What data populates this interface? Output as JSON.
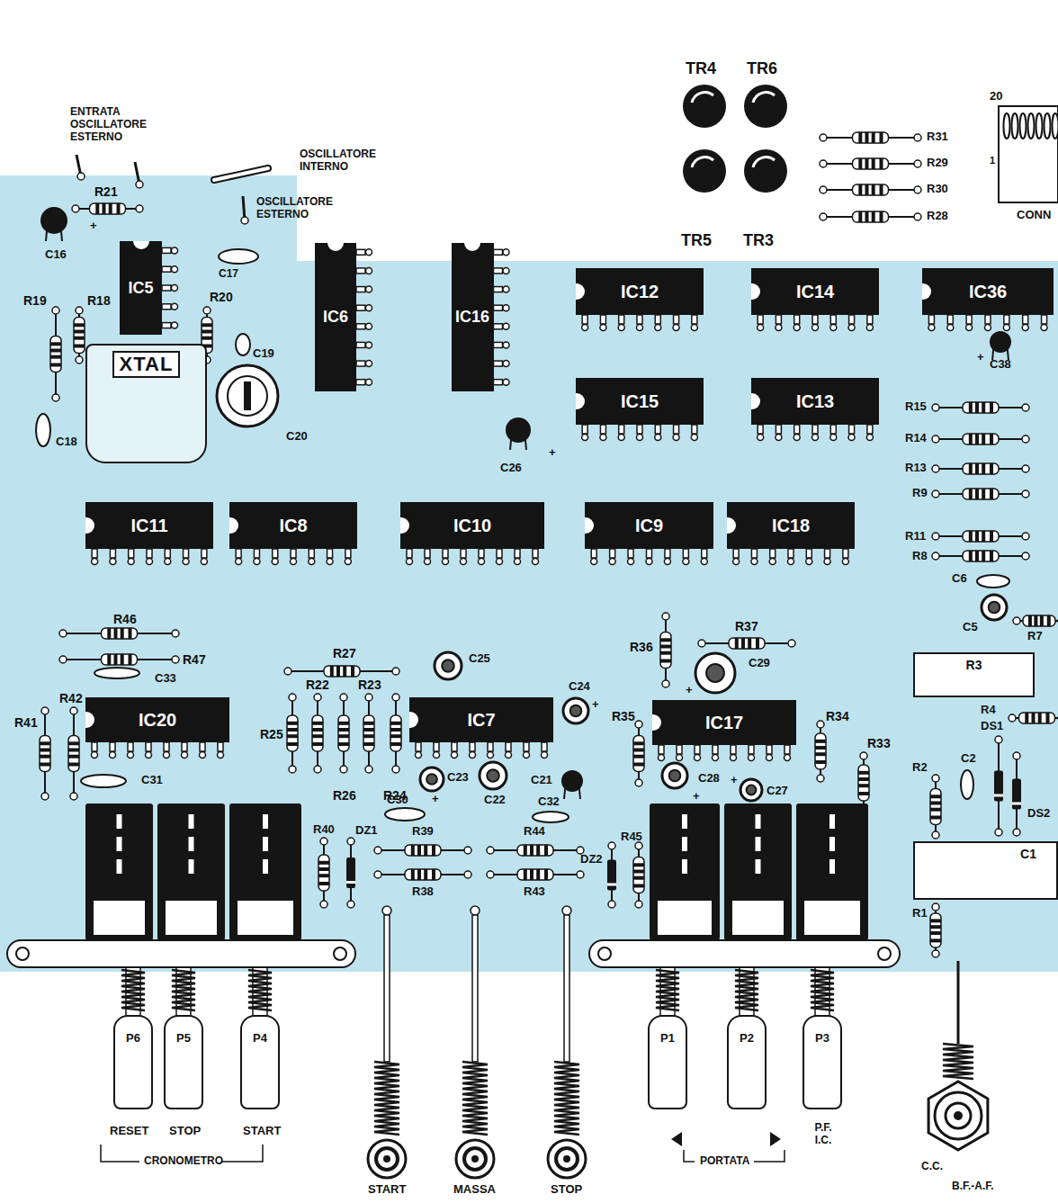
{
  "diagram": {
    "nodes": [
      {
        "text": [
          "IC5"
        ]
      },
      {
        "text": [
          "IC6"
        ]
      },
      {
        "text": [
          "IC16"
        ]
      },
      {
        "text": [
          "IC12"
        ]
      },
      {
        "text": [
          "IC14"
        ]
      },
      {
        "text": [
          "IC36"
        ]
      },
      {
        "text": [
          "XTAL"
        ]
      },
      {
        "text": [
          "IC15"
        ]
      },
      {
        "text": [
          "IC13"
        ]
      },
      {
        "text": [
          "IC11"
        ]
      },
      {
        "text": [
          "IC8"
        ]
      },
      {
        "text": [
          "IC10"
        ]
      },
      {
        "text": [
          "IC9"
        ]
      },
      {
        "text": [
          "IC18"
        ]
      },
      {
        "text": [
          "R3"
        ]
      },
      {
        "text": [
          "IC20"
        ]
      },
      {
        "text": [
          "IC7"
        ]
      },
      {
        "text": [
          "IC17"
        ]
      },
      {
        "text": [
          "C1"
        ]
      },
      {
        "text": [
          "P6"
        ]
      },
      {
        "text": [
          "P5"
        ]
      },
      {
        "text": [
          "P4"
        ]
      },
      {
        "text": [
          "P1"
        ]
      },
      {
        "text": [
          "P2"
        ]
      },
      {
        "text": [
          "P3"
        ]
      }
    ],
    "labels": [
      "ENTRATA OSCILLATORE ESTERNO",
      "OSCILLATORE INTERNO",
      "OSCILLATORE ESTERNO",
      "TR4",
      "TR6",
      "TR5",
      "TR3",
      "R31",
      "R29",
      "R30",
      "R28",
      "20",
      "1",
      "CONN",
      "R21",
      "C16",
      "+",
      "R19",
      "R18",
      "R20",
      "C17",
      "C19",
      "C18",
      "C20",
      "C26",
      "+",
      "C38",
      "+",
      "R15",
      "R14",
      "R13",
      "R9",
      "R11",
      "R8",
      "C6",
      "C5",
      "R7",
      "R46",
      "R47",
      "C33",
      "R42",
      "R41",
      "C31",
      "R27",
      "R22",
      "R23",
      "R25",
      "R26",
      "R24",
      "C25",
      "C24",
      "+",
      "C23",
      "+",
      "C22",
      "C21",
      "R37",
      "R36",
      "C29",
      "+",
      "R35",
      "R34",
      "R33",
      "C28",
      "+",
      "C27",
      "+",
      "R4",
      "DS1",
      "C2",
      "R2",
      "DS2",
      "R1",
      "C30",
      "C32",
      "R40",
      "DZ1",
      "R39",
      "R38",
      "R44",
      "R43",
      "DZ2",
      "R45",
      "RESET",
      "STOP",
      "START",
      "CRONOMETRO",
      "START",
      "MASSA",
      "STOP",
      "PORTATA",
      "P.F. I.C.",
      "C.C.",
      "B.F.-A.F."
    ]
  }
}
